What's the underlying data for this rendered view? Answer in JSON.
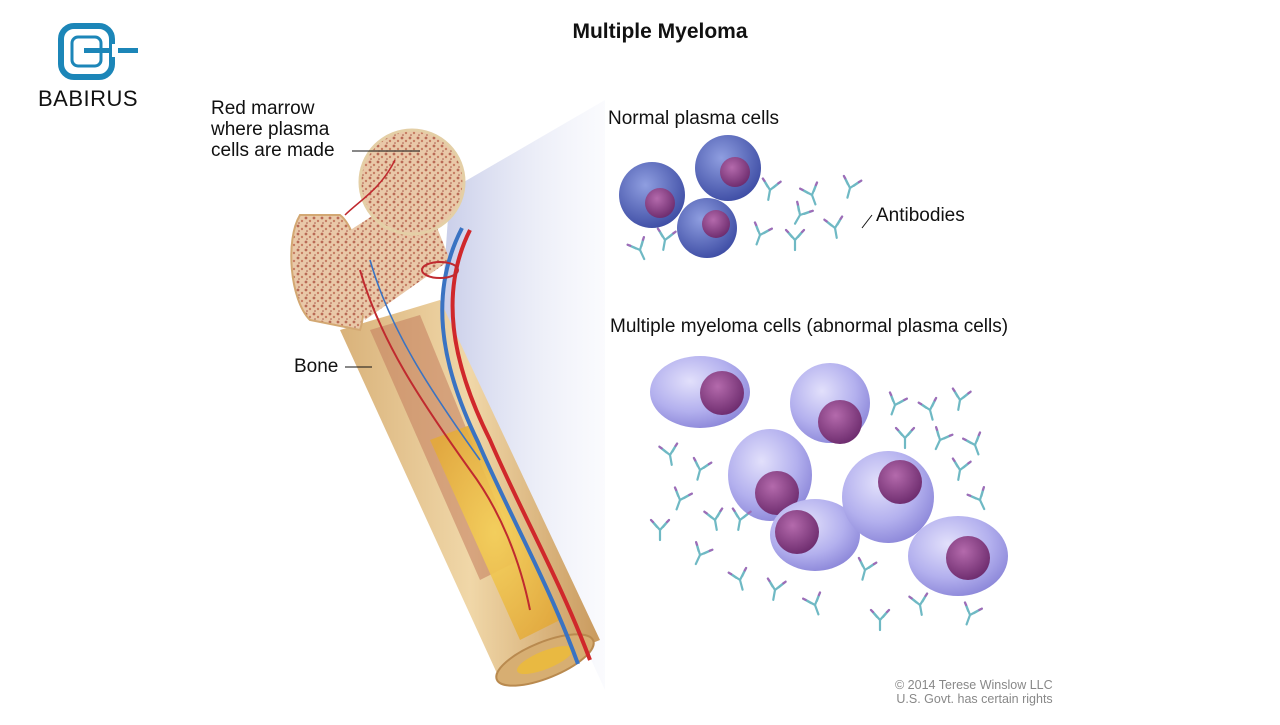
{
  "brand": {
    "name": "BABIRUS",
    "color": "#1c86b8",
    "icon": "babirus-logo-icon"
  },
  "title": "Multiple Myeloma",
  "labels": {
    "marrow_line1": "Red marrow",
    "marrow_line2": "where plasma",
    "marrow_line3": "cells are made",
    "bone": "Bone",
    "normal_cells": "Normal plasma cells",
    "antibodies": "Antibodies",
    "myeloma_cells": "Multiple myeloma cells (abnormal plasma cells)"
  },
  "copyright": {
    "line1": "© 2014 Terese Winslow LLC",
    "line2": "U.S. Govt. has certain rights"
  },
  "colors": {
    "normal_cell": "#4a5db0",
    "myeloma_cell": "#a7a4e6",
    "nucleus": "#8a3f86",
    "antibody": "#6fb9c4",
    "artery": "#d0282b",
    "vein": "#3a73c2",
    "bone": "#e6c48e",
    "marrow": "#c9907a"
  }
}
